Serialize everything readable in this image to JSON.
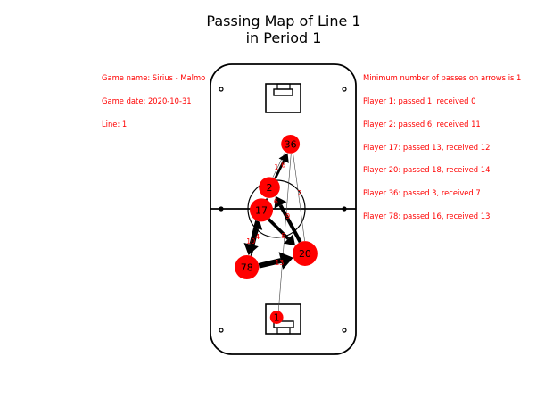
{
  "chart_data": {
    "type": "network",
    "title_lines": [
      "Passing Map of Line 1",
      "in Period 1"
    ],
    "game_info": [
      "Game name: Sirius - Malmo",
      "Game date: 2020-10-31",
      "Line: 1"
    ],
    "stats_lines": [
      "Minimum number of passes on arrows is 1",
      "Player 1: passed 1, received 0",
      "Player 2: passed 6, received 11",
      "Player 17: passed 13, received 12",
      "Player 20: passed 18, received 14",
      "Player 36: passed 3, received 7",
      "Player 78: passed 16, received 13"
    ],
    "pitch_units": {
      "width_m": 20,
      "length_m": 40
    },
    "nodes": [
      {
        "player": "36",
        "x": 11.0,
        "y": 29.0,
        "passed": 3,
        "received": 7
      },
      {
        "player": "2",
        "x": 8.1,
        "y": 23.0,
        "passed": 6,
        "received": 11
      },
      {
        "player": "17",
        "x": 7.0,
        "y": 19.9,
        "passed": 13,
        "received": 12
      },
      {
        "player": "20",
        "x": 13.0,
        "y": 13.9,
        "passed": 18,
        "received": 14
      },
      {
        "player": "78",
        "x": 5.0,
        "y": 12.0,
        "passed": 16,
        "received": 13
      },
      {
        "player": "1",
        "x": 9.1,
        "y": 5.1,
        "passed": 1,
        "received": 0
      }
    ],
    "edges": [
      {
        "from": "1",
        "to": "36",
        "count": 1,
        "label": ""
      },
      {
        "from": "36",
        "to": "2",
        "count": 1,
        "label": "1"
      },
      {
        "from": "2",
        "to": "36",
        "count": 6,
        "label": "6"
      },
      {
        "from": "20",
        "to": "36",
        "count": 2,
        "label": "2"
      },
      {
        "from": "17",
        "to": "2",
        "count": 6,
        "label": "6"
      },
      {
        "from": "20",
        "to": "2",
        "count": 9,
        "label": "9"
      },
      {
        "from": "17",
        "to": "20",
        "count": 8,
        "label": "8"
      },
      {
        "from": "78",
        "to": "17",
        "count": 4,
        "label": "4"
      },
      {
        "from": "17",
        "to": "78",
        "count": 10,
        "label": "10"
      },
      {
        "from": "78",
        "to": "20",
        "count": 13,
        "label": "13"
      }
    ],
    "colors": {
      "node": "#ff0000",
      "label": "#ff0000",
      "edge": "#000000",
      "pitch": "#000000"
    }
  }
}
